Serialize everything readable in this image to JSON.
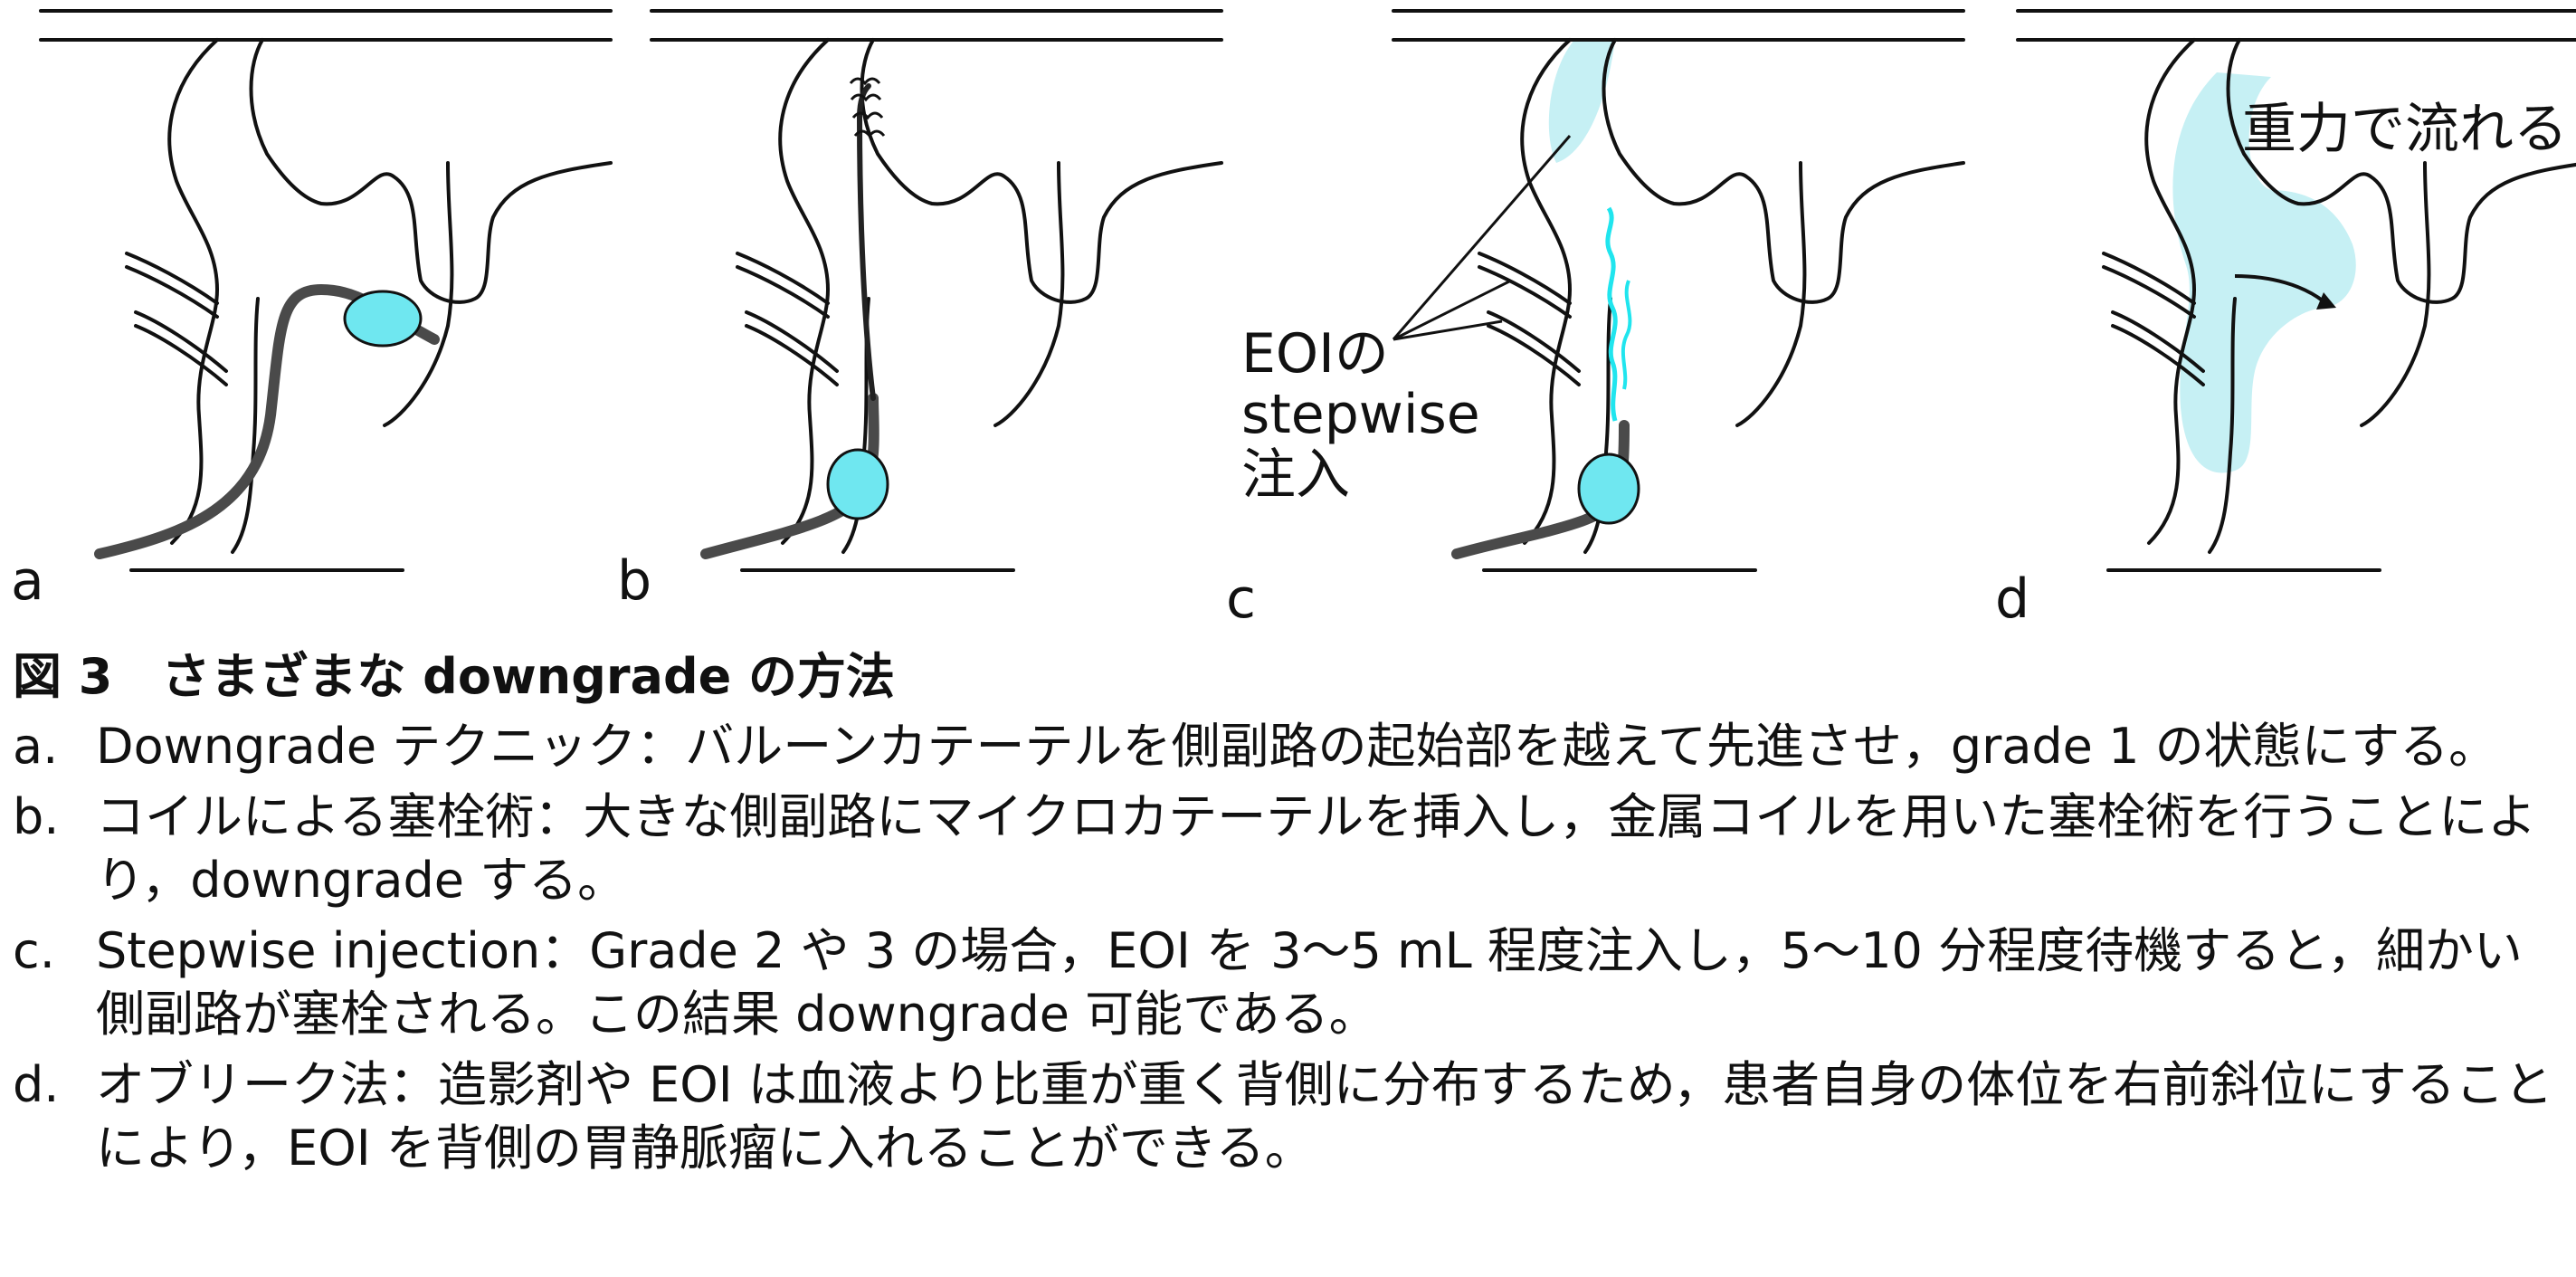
{
  "colors": {
    "line": "#111111",
    "catheter": "#4a4a4a",
    "balloon": "#6fe7f0",
    "contrast": "#c6f0f4",
    "microcatheter": "#20e5ee"
  },
  "panels": [
    {
      "label": "a"
    },
    {
      "label": "b"
    },
    {
      "label": "c",
      "annotation_lines": [
        "EOIの",
        "stepwise",
        "注入"
      ]
    },
    {
      "label": "d",
      "annotation": "重力で流れる"
    }
  ],
  "caption": {
    "title": "図 3　さまざまな downgrade の方法",
    "items": [
      {
        "letter": "a.",
        "text": "Downgrade テクニック：バルーンカテーテルを側副路の起始部を越えて先進させ，grade 1 の状態にする。"
      },
      {
        "letter": "b.",
        "text": "コイルによる塞栓術：大きな側副路にマイクロカテーテルを挿入し，金属コイルを用いた塞栓術を行うことにより，downgrade する。"
      },
      {
        "letter": "c.",
        "text": "Stepwise injection：Grade 2 や 3 の場合，EOI を 3〜5 mL 程度注入し，5〜10 分程度待機すると，細かい側副路が塞栓される。この結果 downgrade 可能である。"
      },
      {
        "letter": "d.",
        "text": "オブリーク法：造影剤や EOI は血液より比重が重く背側に分布するため，患者自身の体位を右前斜位にすることにより，EOI を背側の胃静脈瘤に入れることができる。"
      }
    ]
  }
}
